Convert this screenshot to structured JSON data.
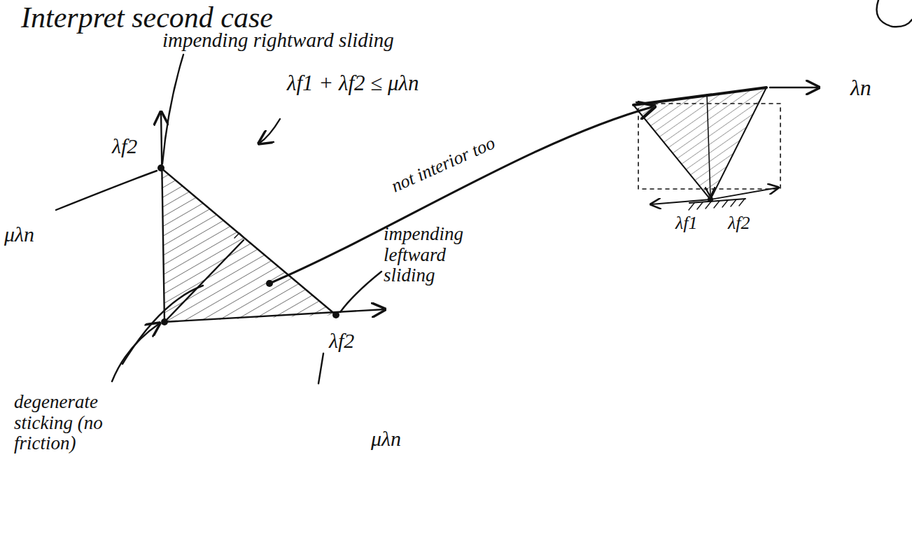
{
  "diagram": {
    "title": "Interpret second case",
    "labels": [
      "impending rightward sliding",
      "λf1 + λf2 ≤ μλn",
      "λf2",
      "μλn",
      "not interior too",
      "impending leftward sliding",
      "λf2",
      "μλn",
      "degenerate sticking (no friction)",
      "λn",
      "λf1",
      "λf2"
    ]
  }
}
